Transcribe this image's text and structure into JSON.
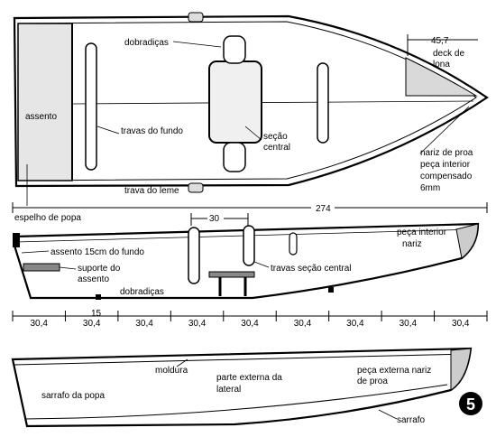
{
  "top_view": {
    "labels": {
      "assento": "assento",
      "dobradicas": "dobradiças",
      "deck_dim": "45,7",
      "deck_de": "deck de",
      "deck_lona": "lona",
      "travas_do_fundo": "travas do fundo",
      "secao": "seção",
      "central": "central",
      "nariz_de_proa": "nariz de proa",
      "peca_interior": "peça interior",
      "compensado": "compensado",
      "mm": "6mm",
      "trava_do_leme": "trava do leme",
      "espelho_de_popa": "espelho de popa",
      "length_total": "274"
    }
  },
  "side_view": {
    "labels": {
      "dim_30": "30",
      "assento_15cm": "assento 15cm do fundo",
      "suporte_do": "suporte do",
      "assento": "assento",
      "dobradicas": "dobradiças",
      "dim_15": "15",
      "travas_secao_central": "travas seção central",
      "peca_interior": "peça interior",
      "nariz": "nariz"
    },
    "spacing": [
      "30,4",
      "30,4",
      "30,4",
      "30,4",
      "30,4",
      "30,4",
      "30,4",
      "30,4",
      "30,4"
    ]
  },
  "bottom_view": {
    "labels": {
      "moldura": "moldura",
      "parte_externa": "parte externa da",
      "lateral": "lateral",
      "peca_externa": "peça externa nariz",
      "de_proa": "de proa",
      "sarrafo_popa": "sarrafo da popa",
      "sarrafo": "sarrafo"
    }
  },
  "figure_number": "5"
}
